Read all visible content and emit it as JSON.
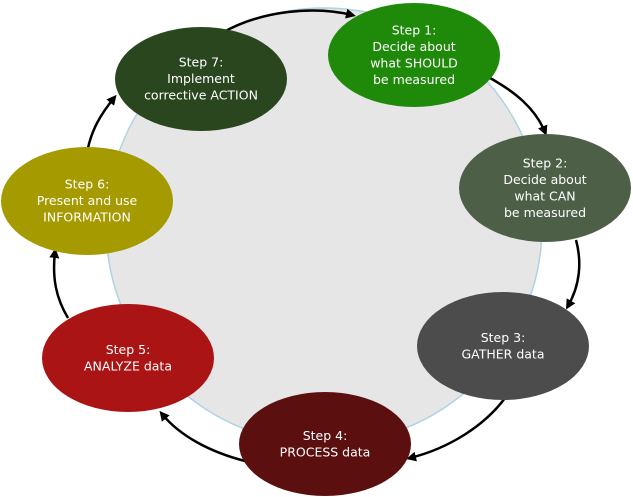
{
  "steps": [
    {
      "lines": [
        "Step 1:",
        "Decide about",
        "what SHOULD",
        "be measured"
      ],
      "color": "#1f8a0a"
    },
    {
      "lines": [
        "Step 2:",
        "Decide about",
        "what CAN",
        "be measured"
      ],
      "color": "#4e5f48"
    },
    {
      "lines": [
        "Step 3:",
        "GATHER data"
      ],
      "color": "#4c4c4c"
    },
    {
      "lines": [
        "Step 4:",
        "PROCESS data"
      ],
      "color": "#5c0f0f"
    },
    {
      "lines": [
        "Step 5:",
        "ANALYZE data"
      ],
      "color": "#aa1414"
    },
    {
      "lines": [
        "Step 6:",
        "Present and use",
        "INFORMATION"
      ],
      "color": "#a59a00"
    },
    {
      "lines": [
        "Step 7:",
        "Implement",
        "corrective ACTION"
      ],
      "color": "#2a461e"
    }
  ],
  "colors": {
    "background_circle_fill": "#e6e6e6",
    "background_circle_stroke": "#aed3e3",
    "arrow": "#000000",
    "text": "#ffffff"
  }
}
